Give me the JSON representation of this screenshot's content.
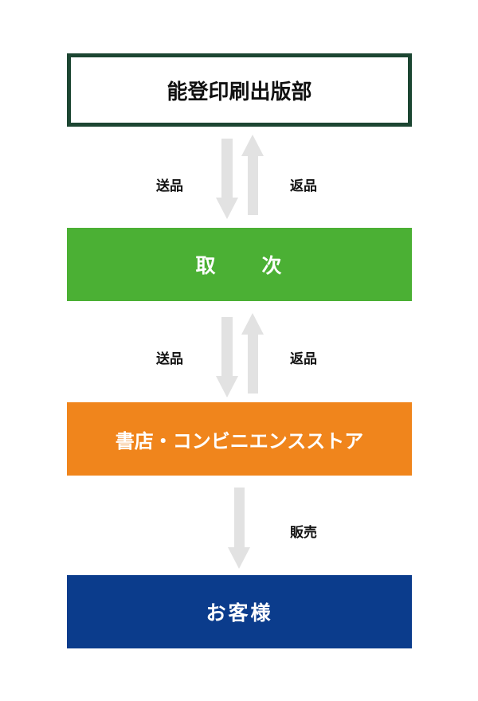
{
  "nodes": {
    "publisher": {
      "label": "能登印刷出版部",
      "border_color": "#1c4632"
    },
    "agency": {
      "label_first": "取",
      "label_second": "次",
      "color": "#4bb034"
    },
    "store": {
      "label": "書店・コンビニエンスストア",
      "color": "#f0851c"
    },
    "customer": {
      "label": "お客様",
      "color": "#0b3c8c"
    }
  },
  "flows": {
    "publisher_agency": {
      "down_label": "送品",
      "up_label": "返品"
    },
    "agency_store": {
      "down_label": "送品",
      "up_label": "返品"
    },
    "store_customer": {
      "down_label": "販売"
    }
  },
  "arrow_color": "#e2e2e2"
}
